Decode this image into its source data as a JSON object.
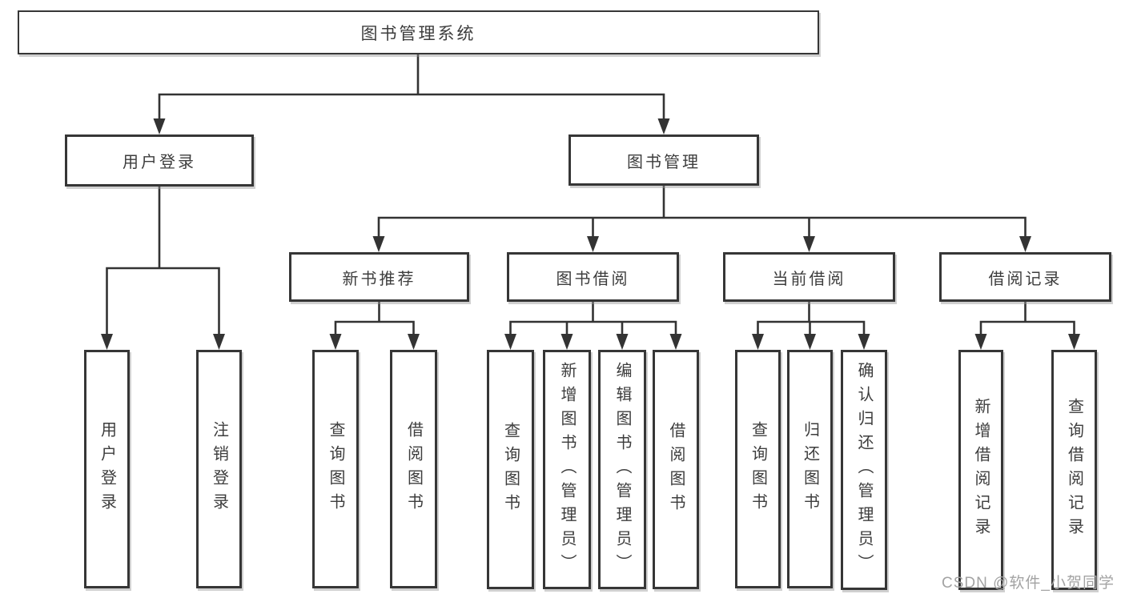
{
  "nodes": {
    "root": "图书管理系统",
    "user_login": "用户登录",
    "book_management": "图书管理",
    "user_login_children": [
      "用户登录",
      "注销登录"
    ],
    "book_management_children": [
      "新书推荐",
      "图书借阅",
      "当前借阅",
      "借阅记录"
    ],
    "new_book_children": [
      "查询图书",
      "借阅图书"
    ],
    "book_borrow_children": [
      "查询图书",
      "新增图书（管理员）",
      "编辑图书（管理员）",
      "借阅图书"
    ],
    "current_borrow_children": [
      "查询图书",
      "归还图书",
      "确认归还（管理员）"
    ],
    "borrow_record_children": [
      "新增借阅记录",
      "查询借阅记录"
    ]
  },
  "watermark": "CSDN @软件_小贺同学",
  "colors": {
    "line": "#333333",
    "box_border": "#363636",
    "text": "#3d3d3d",
    "watermark": "#a3a3a3",
    "background": "#ffffff"
  }
}
